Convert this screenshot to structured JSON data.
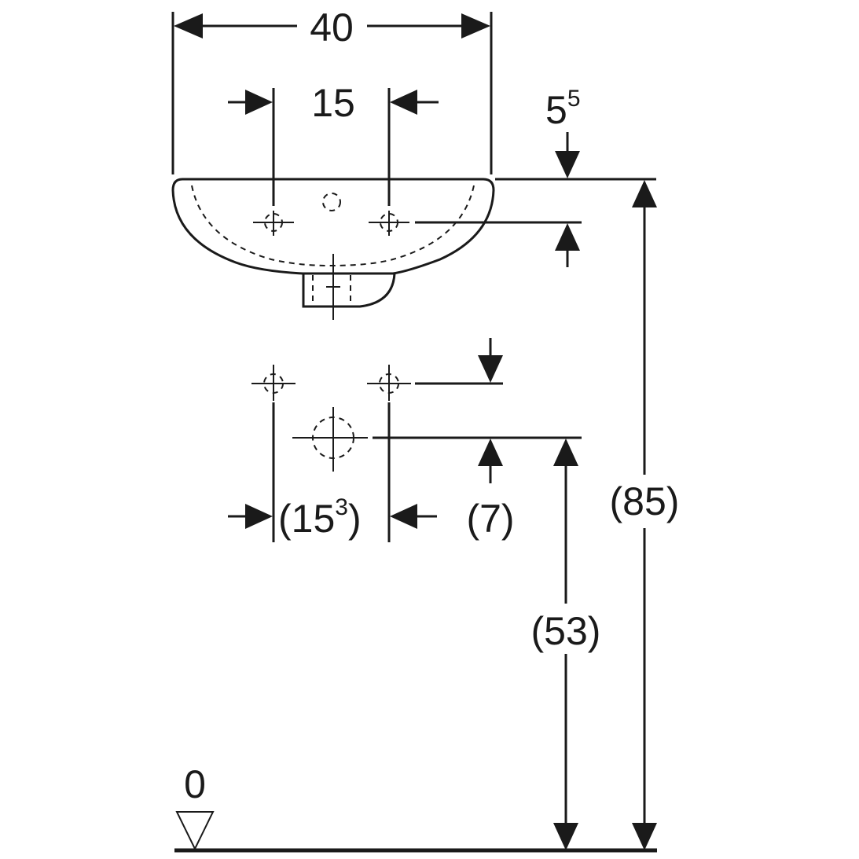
{
  "dimensions": {
    "overall_width": "40",
    "tap_hole_spacing": "15",
    "rim_to_tap_hole_base": "5",
    "rim_to_tap_hole_sup": "5",
    "supply_spacing_open": "(15",
    "supply_spacing_sup": "3",
    "supply_spacing_close": ")",
    "supply_above_drain": "(7)",
    "drain_height": "(53)",
    "rim_height": "(85)",
    "floor_level": "0"
  },
  "colors": {
    "line": "#1a1a1a",
    "background": "#ffffff"
  }
}
